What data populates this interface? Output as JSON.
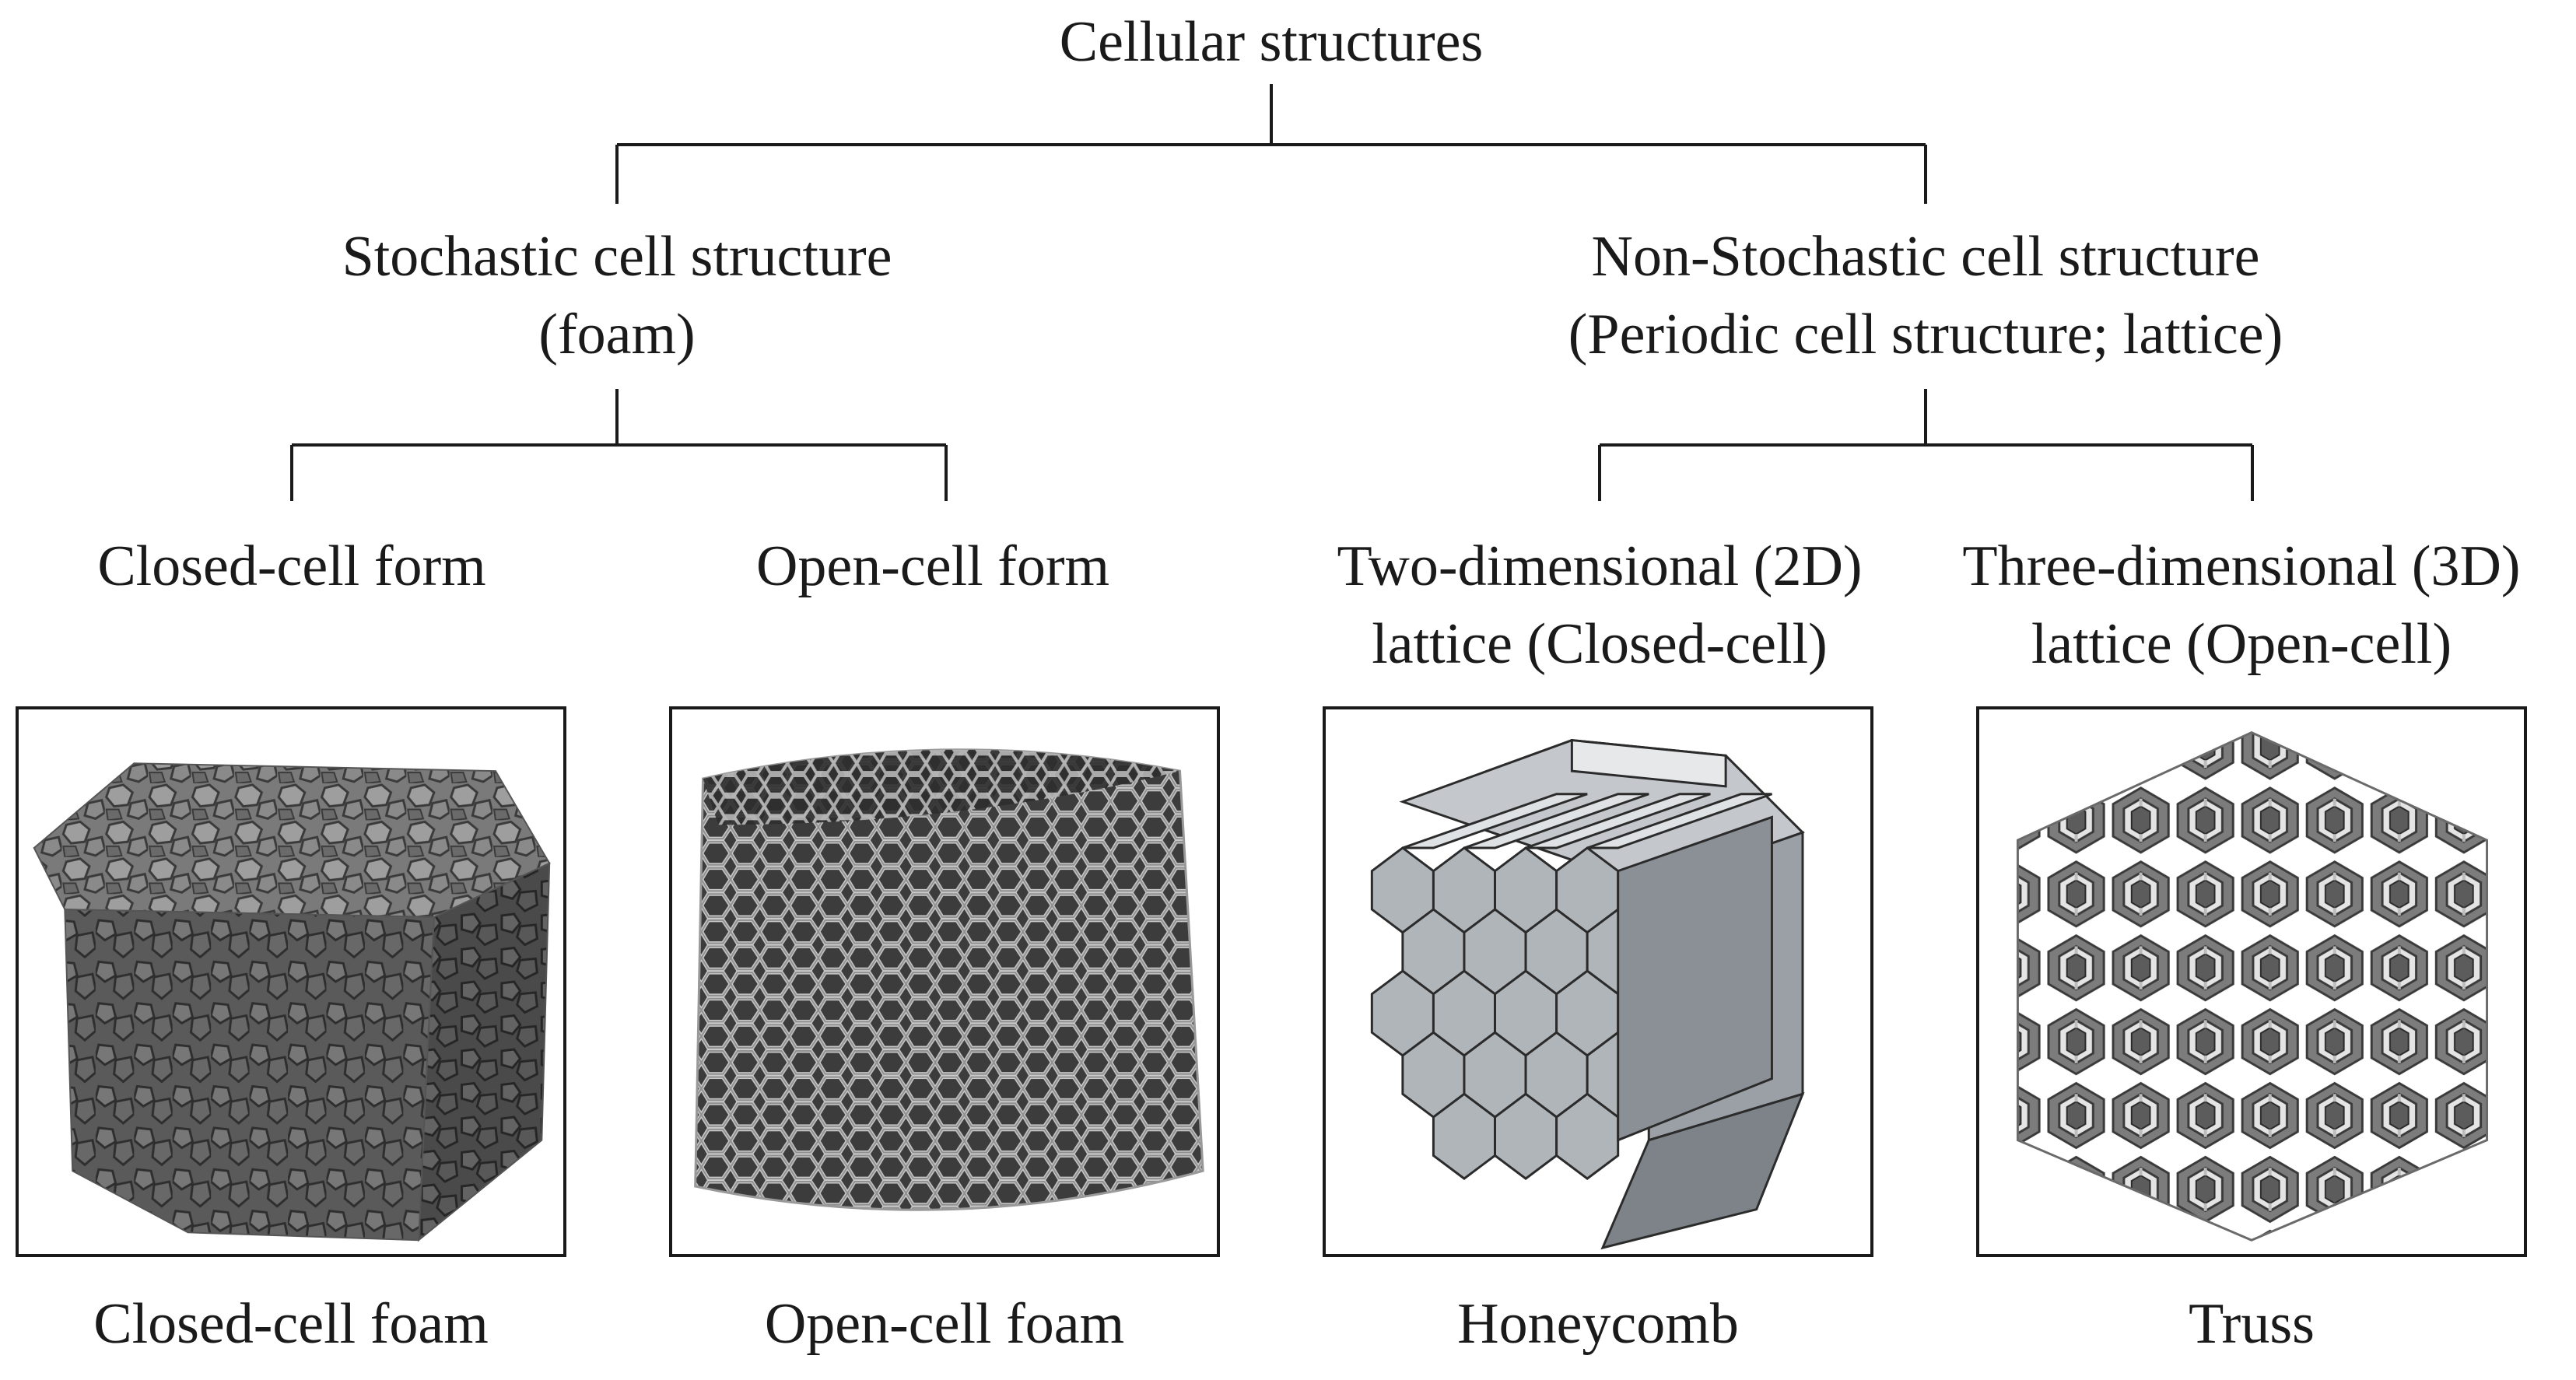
{
  "root": {
    "label": "Cellular structures"
  },
  "branches": [
    {
      "lines": [
        "Stochastic cell structure",
        "(foam)"
      ],
      "children": [
        {
          "lines": [
            "Closed-cell form"
          ],
          "image_caption": "Closed-cell foam",
          "image_icon": "closed-cell-foam-illustration"
        },
        {
          "lines": [
            "Open-cell form"
          ],
          "image_caption": "Open-cell foam",
          "image_icon": "open-cell-foam-illustration"
        }
      ]
    },
    {
      "lines": [
        "Non-Stochastic cell structure",
        "(Periodic cell structure; lattice)"
      ],
      "children": [
        {
          "lines": [
            "Two-dimensional (2D)",
            "lattice (Closed-cell)"
          ],
          "image_caption": "Honeycomb",
          "image_icon": "honeycomb-illustration"
        },
        {
          "lines": [
            "Three-dimensional (3D)",
            "lattice (Open-cell)"
          ],
          "image_caption": "Truss",
          "image_icon": "truss-lattice-illustration"
        }
      ]
    }
  ],
  "colors": {
    "line": "#1a1a1a",
    "foam_dark": "#4d4d4d",
    "foam_light": "#9a9a9a",
    "honeycomb_face": "#b8bcc2",
    "honeycomb_shadow": "#6e7378"
  }
}
